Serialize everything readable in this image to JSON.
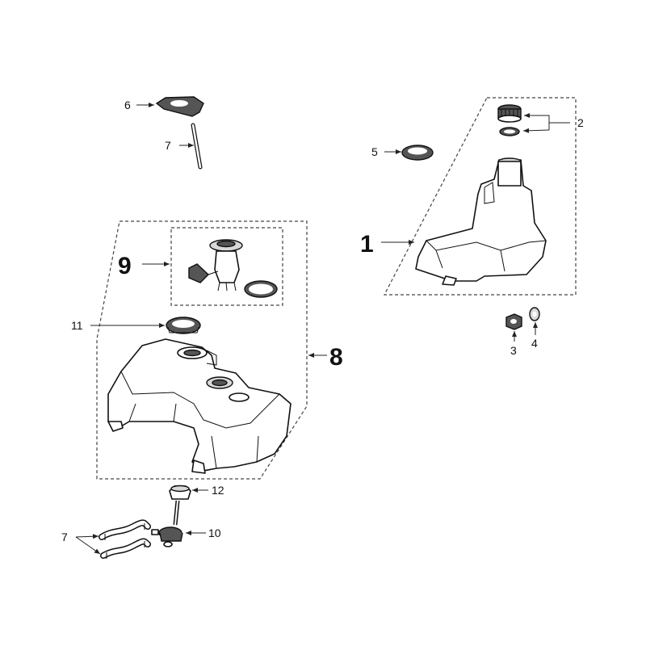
{
  "diagram": {
    "callouts": {
      "c1": "1",
      "c2": "2",
      "c3": "3",
      "c4": "4",
      "c5": "5",
      "c6": "6",
      "c7a": "7",
      "c7b": "7",
      "c8": "8",
      "c9": "9",
      "c10": "10",
      "c11": "11",
      "c12": "12"
    }
  }
}
